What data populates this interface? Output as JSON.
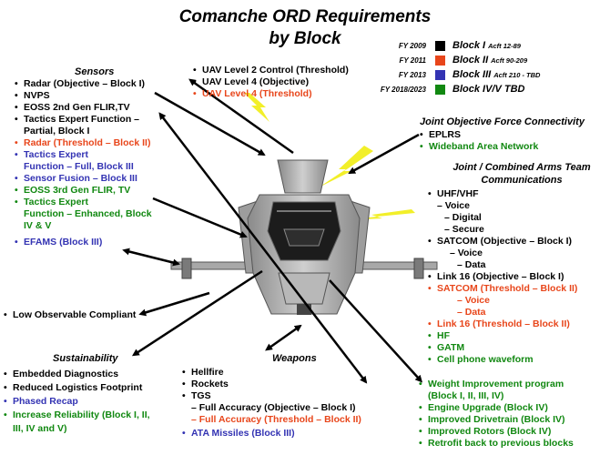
{
  "title_line1": "Comanche ORD Requirements",
  "title_line2": "by Block",
  "colors": {
    "black": "#000000",
    "red": "#e8461b",
    "blue": "#3333b3",
    "green": "#118811",
    "lightning": "#f2ef29"
  },
  "legend": [
    {
      "fy": "FY 2009",
      "label": "Block I",
      "sub": "Acft 12-89",
      "color": "#000000"
    },
    {
      "fy": "FY 2011",
      "label": "Block II",
      "sub": "Acft 90-209",
      "color": "#e8461b"
    },
    {
      "fy": "FY 2013",
      "label": "Block III",
      "sub": "Acft 210 - TBD",
      "color": "#3333b3"
    },
    {
      "fy": "FY 2018/2023",
      "label": "Block IV/V TBD",
      "sub": "",
      "color": "#118811"
    }
  ],
  "sensors": {
    "header": "Sensors",
    "items": [
      "Radar (Objective – Block I)",
      "NVPS",
      "EOSS 2nd Gen FLIR,TV",
      "Tactics Expert Function –",
      "Partial, Block I",
      "Radar (Threshold – Block II)",
      "Tactics Expert",
      "Function – Full, Block III",
      "Sensor Fusion – Block III",
      "EOSS 3rd Gen FLIR, TV",
      "Tactics Expert",
      "Function – Enhanced, Block",
      "IV & V",
      "EFAMS (Block III)"
    ]
  },
  "uav": {
    "items": [
      "UAV Level 2 Control (Threshold)",
      "UAV Level 4 (Objective)",
      "UAV Level 4 (Threshold)"
    ]
  },
  "jofc": {
    "header": "Joint Objective Force Connectivity",
    "items": [
      "EPLRS",
      "Wideband Area Network"
    ]
  },
  "jcat": {
    "header_line1": "Joint / Combined Arms Team",
    "header_line2": "Communications",
    "items": [
      "UHF/VHF",
      "– Voice",
      "– Digital",
      "– Secure",
      "SATCOM (Objective – Block I)",
      "– Voice",
      "– Data",
      "Link 16 (Objective – Block I)",
      "SATCOM (Threshold – Block II)",
      "– Voice",
      "– Data",
      "Link 16 (Threshold – Block II)",
      "HF",
      "GATM",
      "Cell phone waveform"
    ]
  },
  "low_observable": "Low Observable Compliant",
  "sustainability": {
    "header": "Sustainability",
    "items": [
      "Embedded Diagnostics",
      "Reduced Logistics Footprint",
      "Phased Recap",
      "Increase Reliability (Block I, II,",
      "III, IV and V)"
    ]
  },
  "weapons": {
    "header": "Weapons",
    "items": [
      "Hellfire",
      "Rockets",
      "TGS",
      "– Full Accuracy (Objective – Block I)",
      "– Full Accuracy (Threshold – Block II)",
      "ATA Missiles (Block III)"
    ]
  },
  "improvements": {
    "items": [
      "Weight Improvement program",
      "(Block I, II, III, IV)",
      "Engine Upgrade (Block IV)",
      "Improved Drivetrain (Block IV)",
      "Improved Rotors (Block IV)",
      "Retrofit back to previous blocks"
    ]
  }
}
